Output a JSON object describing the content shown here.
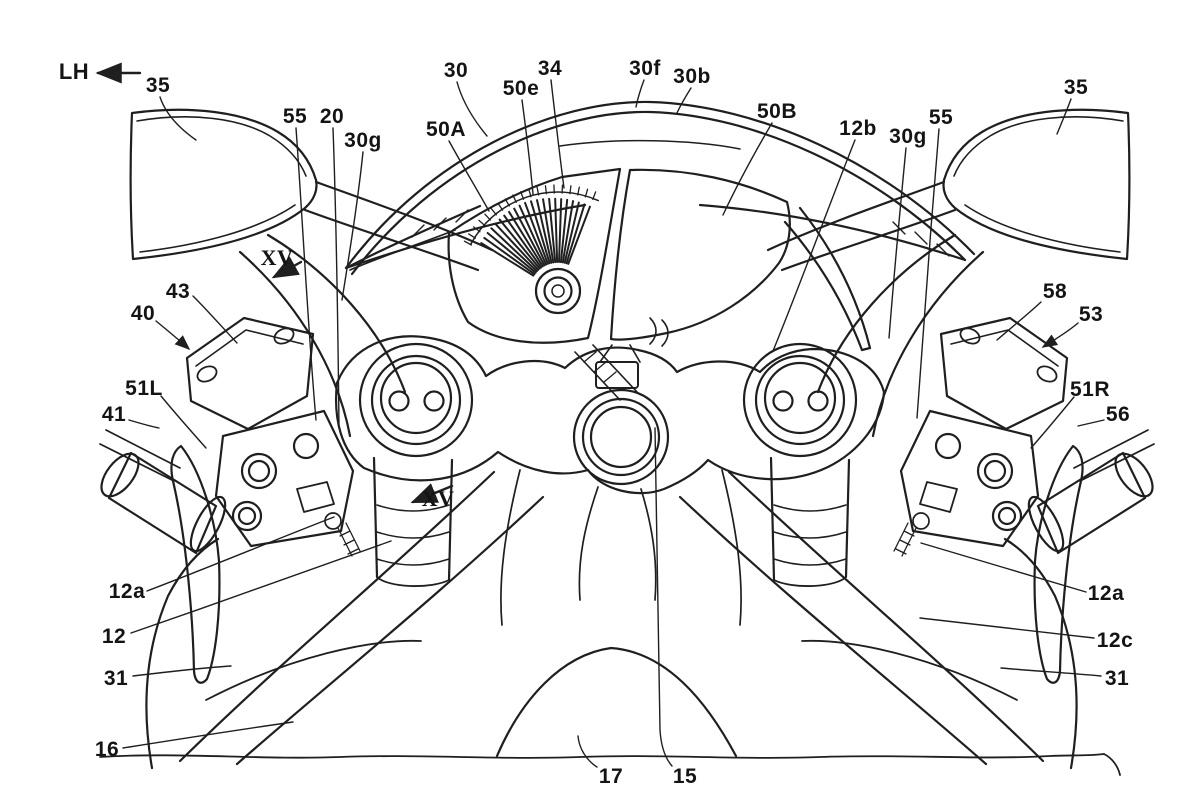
{
  "figure": {
    "type": "patent-line-drawing",
    "subject": "motorcycle front cockpit / steering area seen from rider side",
    "direction_indicator": {
      "label": "LH"
    },
    "view_markers": [
      {
        "label": "XV"
      },
      {
        "label": "XV"
      }
    ],
    "reference_labels": [
      {
        "text": "35"
      },
      {
        "text": "55"
      },
      {
        "text": "20"
      },
      {
        "text": "30g"
      },
      {
        "text": "30"
      },
      {
        "text": "50A"
      },
      {
        "text": "50e"
      },
      {
        "text": "34"
      },
      {
        "text": "30f"
      },
      {
        "text": "30b"
      },
      {
        "text": "50B"
      },
      {
        "text": "12b"
      },
      {
        "text": "30g"
      },
      {
        "text": "55"
      },
      {
        "text": "35"
      },
      {
        "text": "43"
      },
      {
        "text": "40"
      },
      {
        "text": "51L"
      },
      {
        "text": "41"
      },
      {
        "text": "58"
      },
      {
        "text": "53"
      },
      {
        "text": "51R"
      },
      {
        "text": "56"
      },
      {
        "text": "12a"
      },
      {
        "text": "12"
      },
      {
        "text": "31"
      },
      {
        "text": "16"
      },
      {
        "text": "12a"
      },
      {
        "text": "12c"
      },
      {
        "text": "31"
      },
      {
        "text": "17"
      },
      {
        "text": "15"
      }
    ]
  },
  "colors": {
    "line": "#1f1f1f",
    "background": "#ffffff",
    "label": "#141414"
  }
}
